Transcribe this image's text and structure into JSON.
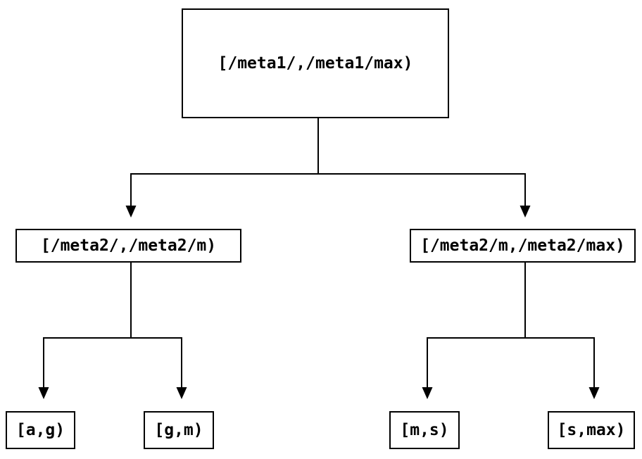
{
  "diagram": {
    "type": "tree",
    "colors": {
      "background": "#ffffff",
      "line": "#000000",
      "box_border": "#000000",
      "box_fill": "#ffffff",
      "text": "#000000"
    },
    "nodes": {
      "root": {
        "label": "[/meta1/,/meta1/max)"
      },
      "level2_left": {
        "label": "[/meta2/,/meta2/m)"
      },
      "level2_right": {
        "label": "[/meta2/m,/meta2/max)"
      },
      "leaf_a_g": {
        "label": "[a,g)"
      },
      "leaf_g_m": {
        "label": "[g,m)"
      },
      "leaf_m_s": {
        "label": "[m,s)"
      },
      "leaf_s_max": {
        "label": "[s,max)"
      }
    },
    "edges": [
      {
        "from": "root",
        "to": "level2_left"
      },
      {
        "from": "root",
        "to": "level2_right"
      },
      {
        "from": "level2_left",
        "to": "leaf_a_g"
      },
      {
        "from": "level2_left",
        "to": "leaf_g_m"
      },
      {
        "from": "level2_right",
        "to": "leaf_m_s"
      },
      {
        "from": "level2_right",
        "to": "leaf_s_max"
      }
    ]
  }
}
